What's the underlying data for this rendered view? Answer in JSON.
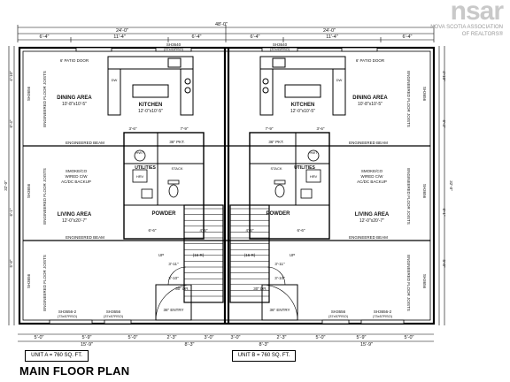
{
  "watermark": {
    "brand": "nsar",
    "line1": "NOVA SCOTIA ASSOCIATION",
    "line2": "OF REALTORS®"
  },
  "plan_title": "MAIN FLOOR PLAN",
  "unit_a_area": "UNIT A = 760 SQ. FT.",
  "unit_b_area": "UNIT B = 760 SQ. FT.",
  "overall_dims": {
    "total_width": "48'-0\"",
    "unit_width": "24'-0\"",
    "side_height": "32'-0\""
  },
  "rooms": {
    "dining_a": "DINING AREA",
    "dining_a_dim": "10'-8\"x10'-5\"",
    "kitchen_a": "KITCHEN",
    "kitchen_a_dim": "12'-0\"x10'-5\"",
    "living_a": "LIVING AREA",
    "living_a_dim": "12'-0\"x20'-7\"",
    "utilities_a": "UTILITIES",
    "powder_a": "POWDER",
    "dining_b": "DINING AREA",
    "dining_b_dim": "10'-8\"x10'-5\"",
    "kitchen_b": "KITCHEN",
    "kitchen_b_dim": "12'-0\"x10'-5\"",
    "living_b": "LIVING AREA",
    "living_b_dim": "12'-0\"x20'-7\"",
    "utilities_b": "UTILITIES",
    "powder_b": "POWDER"
  },
  "notes": {
    "patio_door": "6' PATIO DOOR",
    "engineered_beam": "ENGINEERED BEAM",
    "floor_joists": "ENGINEERED FLOOR JOISTS",
    "smoke_co": "SMOKE/CO",
    "smoke_co_2": "WIRED C/W",
    "smoke_co_3": "AC/DC BACKUP",
    "pkt": "36\" PKT.",
    "stack": "STACK",
    "hwt": "HWT",
    "hrv": "HRV",
    "dw": "DW",
    "up": "UP",
    "risers": "(16 R)",
    "entry": "36\" ENTRY",
    "door30": "30\" DR.",
    "window_top": "SH3640",
    "window_top_2": "(37x41RSO)",
    "window_side": "SH3656",
    "window_side_2": "(37x57RSO)",
    "window_front": "SH3656-2",
    "window_front_2": "(73x57RSO)"
  },
  "dimensions": {
    "d_6_4": "6'-4\"",
    "d_11_4": "11'-4\"",
    "d_5_0": "5'-0\"",
    "d_5_9": "5'-9\"",
    "d_3_0": "3'-0\"",
    "d_2_3": "2'-3\"",
    "d_8_3": "8'-3\"",
    "d_15_9": "15'-9\"",
    "d_4_10": "4'-10\"",
    "d_6_4v": "6'-4\"",
    "d_5_8": "5'-8\"",
    "d_6_1": "6'-1\"",
    "d_3_6": "3'-6\"",
    "d_7_9": "7'-9\"",
    "d_6_6": "6'-6\"",
    "d_4_6": "4'-6\"",
    "d_3_11": "3'-11\"",
    "d_3_10": "3'-10\""
  }
}
